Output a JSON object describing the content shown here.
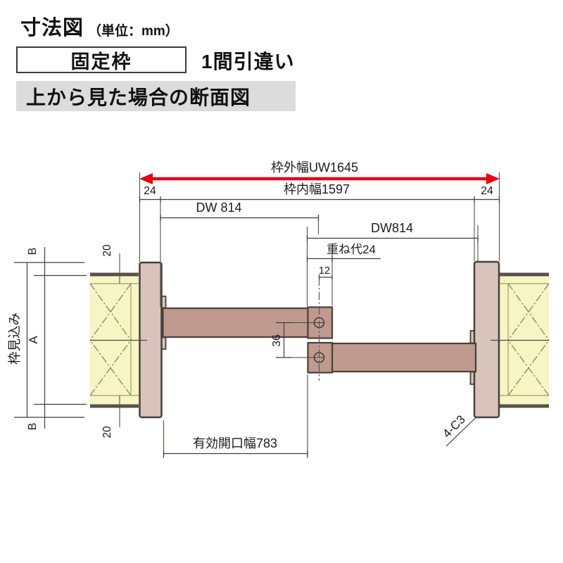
{
  "header": {
    "title": "寸法図",
    "title_unit": "（単位：mm）",
    "frame_type": "固定枠",
    "configuration": "1間引違い",
    "view_label": "上から見た場合の断面図"
  },
  "diagram": {
    "dims": {
      "outer_width": "枠外幅UW1645",
      "inner_width": "枠内幅1597",
      "left_margin": "24",
      "right_margin": "24",
      "dw_left": "DW 814",
      "dw_right": "DW814",
      "overlap": "重ね代24",
      "stile_offset": "12",
      "stile_gap": "36",
      "wall_top": "20",
      "wall_bottom": "20",
      "depth_label": "枠見込み",
      "depth_b_top": "B",
      "depth_a": "A",
      "depth_b_bottom": "B",
      "opening": "有効開口幅783",
      "chamfer": "4-C3"
    },
    "colors": {
      "arrow_red": "#e50012",
      "wall_fill": "#f7f5c3",
      "wall_edge": "#57534a",
      "frame_fill": "#d9c4bb",
      "door_fill": "#c09a8f",
      "outline": "#46403a",
      "dim_line": "#4c4a46",
      "label_bg": "#dcdcdc"
    }
  }
}
